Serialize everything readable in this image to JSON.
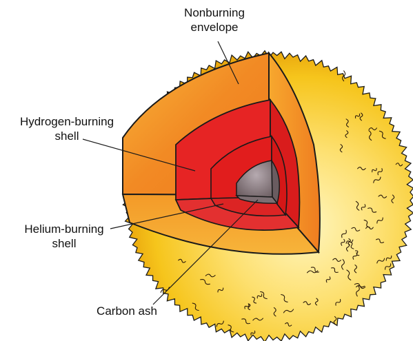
{
  "labels": {
    "nonburning_envelope": [
      "Nonburning",
      "envelope"
    ],
    "hydrogen_burning_shell": [
      "Hydrogen-burning",
      "shell"
    ],
    "helium_burning_shell": [
      "Helium-burning",
      "shell"
    ],
    "carbon_ash": [
      "Carbon ash"
    ]
  },
  "colors": {
    "outer_sphere": "#f6c51c",
    "outer_sphere_light": "#fde88a",
    "outer_sphere_edge": "#e0a010",
    "envelope_cut": "#f28a24",
    "hydrogen_shell": "#e62424",
    "helium_shell": "#e11d1d",
    "carbon_core": "#8d7f83",
    "outline": "#1a1a1a"
  }
}
